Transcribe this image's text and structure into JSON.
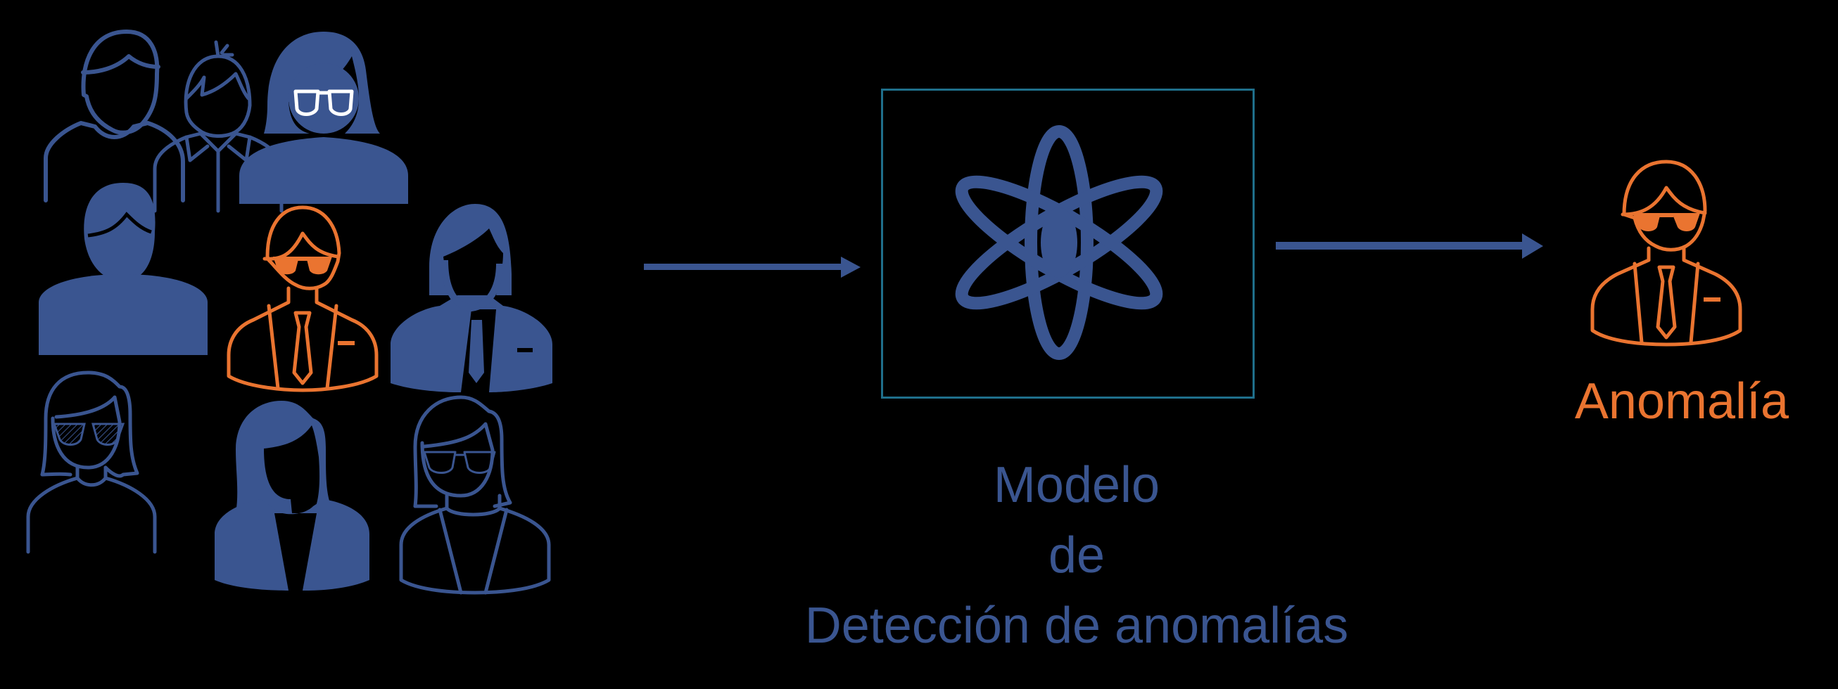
{
  "diagram": {
    "title": "Anomaly detection pipeline",
    "colors": {
      "background": "#000000",
      "primary_blue": "#3a5590",
      "anomaly_orange": "#ea7430",
      "box_border": "#1f6f8b",
      "glasses_white": "#ffffff"
    },
    "input_group": {
      "name": "population",
      "people": [
        {
          "id": "person-1",
          "style": "outline",
          "color": "blue",
          "accessory": "none",
          "gender": "male"
        },
        {
          "id": "person-2",
          "style": "outline",
          "color": "blue",
          "accessory": "collared-shirt",
          "gender": "male"
        },
        {
          "id": "person-3",
          "style": "filled",
          "color": "blue",
          "accessory": "white-glasses",
          "gender": "female"
        },
        {
          "id": "person-4",
          "style": "filled",
          "color": "blue",
          "accessory": "none",
          "gender": "male"
        },
        {
          "id": "person-5",
          "style": "outline",
          "color": "orange",
          "accessory": "sunglasses-suit-tie",
          "gender": "male",
          "anomalous": true
        },
        {
          "id": "person-6",
          "style": "filled",
          "color": "blue",
          "accessory": "suit-tie",
          "gender": "female"
        },
        {
          "id": "person-7",
          "style": "outline",
          "color": "blue",
          "accessory": "hatched-sunglasses",
          "gender": "female"
        },
        {
          "id": "person-8",
          "style": "filled",
          "color": "blue",
          "accessory": "blazer",
          "gender": "female"
        },
        {
          "id": "person-9",
          "style": "outline",
          "color": "blue",
          "accessory": "glasses-blazer",
          "gender": "female"
        }
      ]
    },
    "model": {
      "icon": "atom-icon",
      "label_lines": [
        "Modelo",
        "de",
        "Detección de anomalías"
      ]
    },
    "output": {
      "icon": "anomalous-person-icon",
      "label": "Anomalía"
    },
    "arrows": [
      {
        "from": "population",
        "to": "model"
      },
      {
        "from": "model",
        "to": "output"
      }
    ]
  }
}
